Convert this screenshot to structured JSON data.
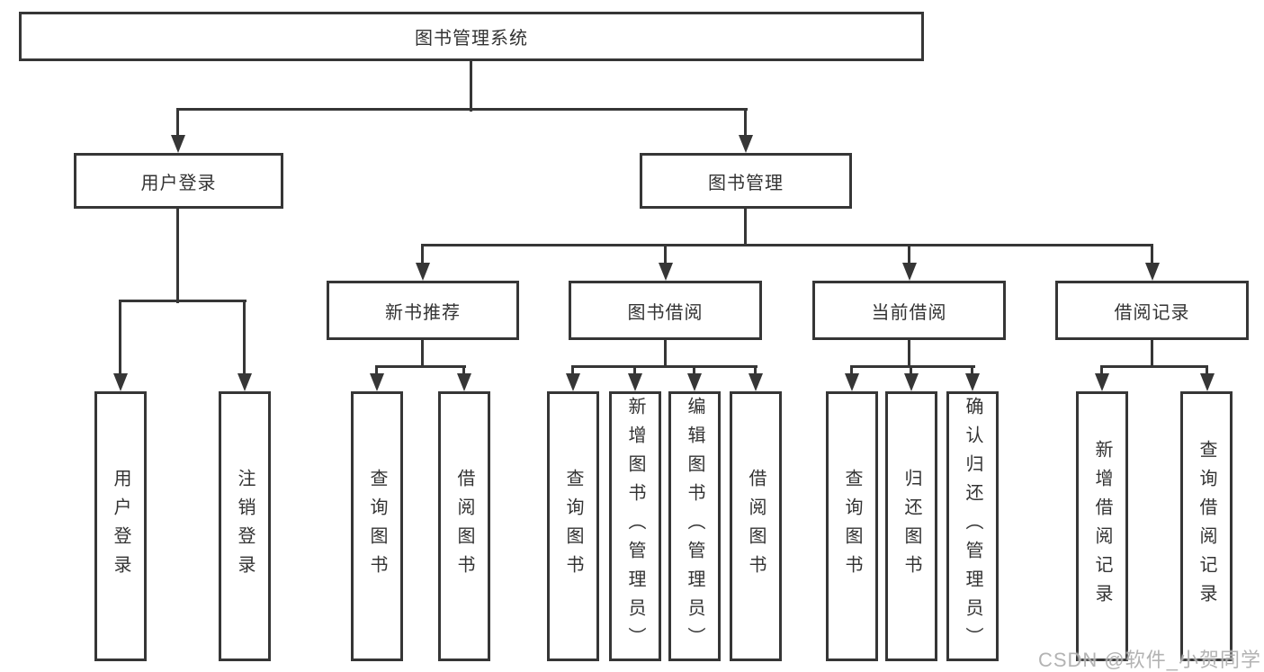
{
  "diagram": {
    "title": "图书管理系统",
    "root": {
      "label": "图书管理系统"
    },
    "branches": [
      {
        "label": "用户登录",
        "leaves": [
          {
            "label": "用户登录"
          },
          {
            "label": "注销登录"
          }
        ]
      },
      {
        "label": "图书管理",
        "groups": [
          {
            "label": "新书推荐",
            "leaves": [
              {
                "label": "查询图书"
              },
              {
                "label": "借阅图书"
              }
            ]
          },
          {
            "label": "图书借阅",
            "leaves": [
              {
                "label": "查询图书"
              },
              {
                "label": "新增图书（管理员）"
              },
              {
                "label": "编辑图书（管理员）"
              },
              {
                "label": "借阅图书"
              }
            ]
          },
          {
            "label": "当前借阅",
            "leaves": [
              {
                "label": "查询图书"
              },
              {
                "label": "归还图书"
              },
              {
                "label": "确认归还（管理员）"
              }
            ]
          },
          {
            "label": "借阅记录",
            "leaves": [
              {
                "label": "新增借阅记录"
              },
              {
                "label": "查询借阅记录"
              }
            ]
          }
        ]
      }
    ]
  },
  "watermark": {
    "text": "CSDN @软件_小贺同学"
  },
  "colors": {
    "line": "#363636",
    "text": "#333333",
    "background": "#ffffff",
    "watermark": "#a8a8a8"
  }
}
